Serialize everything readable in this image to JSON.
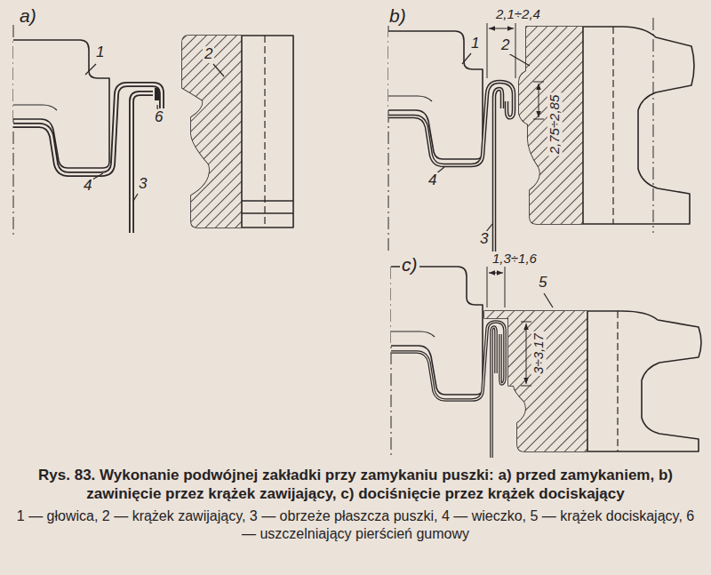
{
  "diagram": {
    "caption": "Rys. 83. Wykonanie podwójnej zakładki przy zamykaniu puszki: a) przed zamykaniem, b) zawinięcie przez krążek zawijający, c) dociśnięcie przez krążek dociskający",
    "labels": [
      "a)",
      "1",
      "2",
      "6",
      "4",
      "3",
      "b)",
      "2,1÷2,4",
      "1",
      "2",
      "2,75÷2,85",
      "4",
      "3",
      "c)",
      "1,3÷1,6",
      "5",
      "3÷3,17",
      "1 — głowica, 2 — krążek zawijający, 3 — obrzeże płaszcza puszki, 4 — wieczko, 5 — krążek dociskający, 6 — uszczelniający pierścień gumowy"
    ]
  }
}
